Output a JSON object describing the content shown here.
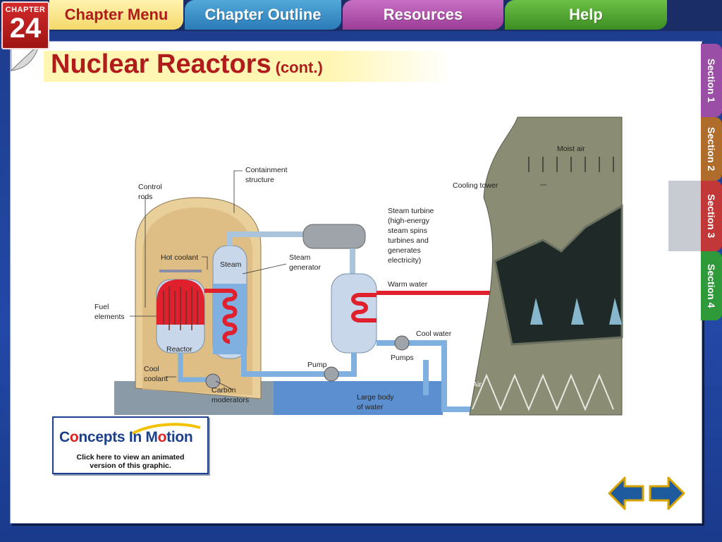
{
  "chapter": {
    "label": "CHAPTER",
    "number": "24"
  },
  "nav_tabs": {
    "chapter_menu": "Chapter Menu",
    "chapter_outline": "Chapter Outline",
    "resources": "Resources",
    "help": "Help"
  },
  "slide": {
    "title": "Nuclear Reactors",
    "title_suffix": "(cont.)"
  },
  "sections": [
    "Section 1",
    "Section 2",
    "Section 3",
    "Section 4"
  ],
  "active_section": "Section 3",
  "diagram": {
    "labels": {
      "containment": [
        "Containment",
        "structure"
      ],
      "control_rods": [
        "Control",
        "rods"
      ],
      "hot_coolant": "Hot coolant",
      "steam": "Steam",
      "steam_generator": [
        "Steam",
        "generator"
      ],
      "steam_turbine": [
        "Steam turbine",
        "(high-energy",
        "steam spins",
        "turbines and",
        "generates",
        "electricity)"
      ],
      "warm_water": "Warm water",
      "cool_water": "Cool water",
      "fuel_elements": [
        "Fuel",
        "elements"
      ],
      "reactor": "Reactor",
      "cool_coolant": [
        "Cool",
        "coolant"
      ],
      "carbon_moderators": [
        "Carbon",
        "moderators"
      ],
      "pump": "Pump",
      "pumps": "Pumps",
      "large_body": [
        "Large body",
        "of water"
      ],
      "cooling_tower": "Cooling tower",
      "moist_air": "Moist air",
      "air": "Air"
    }
  },
  "concepts_in_motion": {
    "title_part1": "C",
    "title_o": "o",
    "title_part2": "ncepts In M",
    "title_o2": "o",
    "title_part3": "tion",
    "caption_line1": "Click here to view an animated",
    "caption_line2": "version of this graphic."
  },
  "colors": {
    "title_red": "#b01c1c",
    "hot_red": "#e0202c",
    "cool_blue": "#7fb0e0",
    "section3": "#c23838"
  },
  "icons": {
    "prev": "left-arrow-icon",
    "next": "right-arrow-icon"
  }
}
